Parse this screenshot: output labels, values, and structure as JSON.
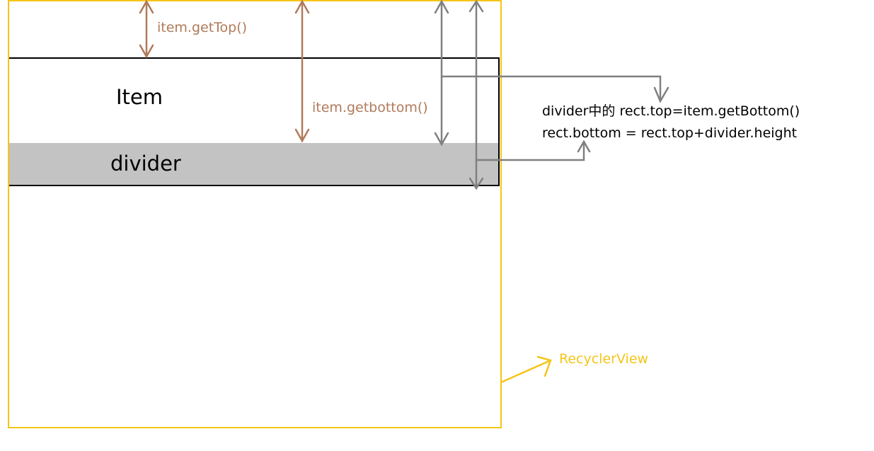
{
  "labels": {
    "item": "Item",
    "divider": "divider",
    "get_top": "item.getTop()",
    "get_bottom": "item.getbottom()",
    "formula_line1": "divider中的 rect.top=item.getBottom()",
    "formula_line2": "rect.bottom = rect.top+divider.height",
    "recycler_view": "RecyclerView"
  },
  "colors": {
    "recycler_border": "#f5c518",
    "annotation_brown": "#b07a5a",
    "annotation_gray": "#808080",
    "divider_fill": "#c3c3c3"
  }
}
